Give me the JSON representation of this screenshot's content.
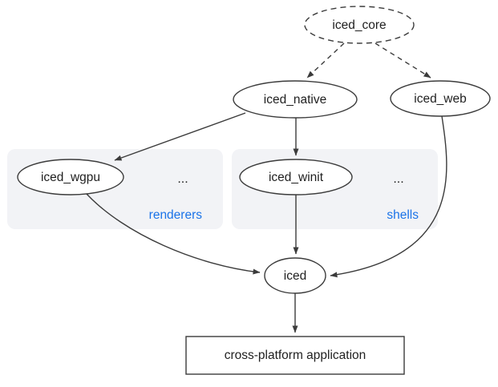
{
  "diagram": {
    "nodes": {
      "iced_core": {
        "label": "iced_core",
        "shape": "ellipse",
        "style": "dashed"
      },
      "iced_native": {
        "label": "iced_native",
        "shape": "ellipse",
        "style": "solid"
      },
      "iced_web": {
        "label": "iced_web",
        "shape": "ellipse",
        "style": "solid"
      },
      "iced_wgpu": {
        "label": "iced_wgpu",
        "shape": "ellipse",
        "style": "solid"
      },
      "iced_winit": {
        "label": "iced_winit",
        "shape": "ellipse",
        "style": "solid"
      },
      "iced": {
        "label": "iced",
        "shape": "ellipse",
        "style": "solid"
      },
      "app": {
        "label": "cross-platform application",
        "shape": "rect",
        "style": "solid"
      }
    },
    "groups": {
      "renderers": {
        "label": "renderers",
        "ellipsis": "..."
      },
      "shells": {
        "label": "shells",
        "ellipsis": "..."
      }
    },
    "edges": [
      {
        "from": "iced_core",
        "to": "iced_native",
        "style": "dashed"
      },
      {
        "from": "iced_core",
        "to": "iced_web",
        "style": "dashed"
      },
      {
        "from": "iced_native",
        "to": "iced_wgpu",
        "style": "solid"
      },
      {
        "from": "iced_native",
        "to": "iced_winit",
        "style": "solid"
      },
      {
        "from": "iced_wgpu",
        "to": "iced",
        "style": "solid"
      },
      {
        "from": "iced_winit",
        "to": "iced",
        "style": "solid"
      },
      {
        "from": "iced_web",
        "to": "iced",
        "style": "solid"
      },
      {
        "from": "iced",
        "to": "app",
        "style": "solid"
      }
    ],
    "colors": {
      "stroke": "#3b3b3b",
      "text": "#1f1f1f",
      "group_background": "#f2f3f6",
      "group_label": "#1a73e8",
      "background": "#ffffff"
    }
  }
}
